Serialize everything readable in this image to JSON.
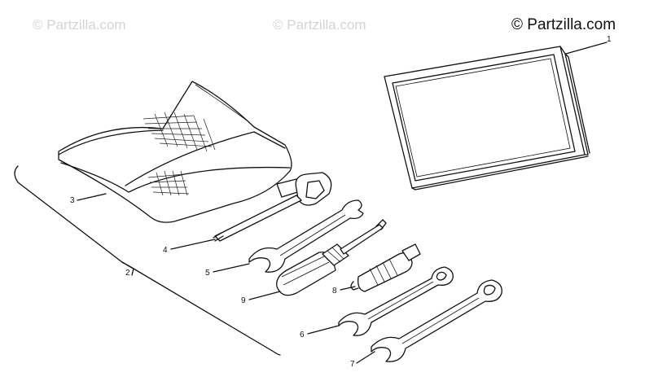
{
  "watermarks": {
    "left": "© Partzilla.com",
    "center": "© Partzilla.com",
    "right": "© Partzilla.com"
  },
  "callouts": {
    "p1": "1",
    "p2": "2",
    "p3": "3",
    "p4": "4",
    "p5": "5",
    "p6": "6",
    "p7": "7",
    "p8": "8",
    "p9": "9"
  }
}
